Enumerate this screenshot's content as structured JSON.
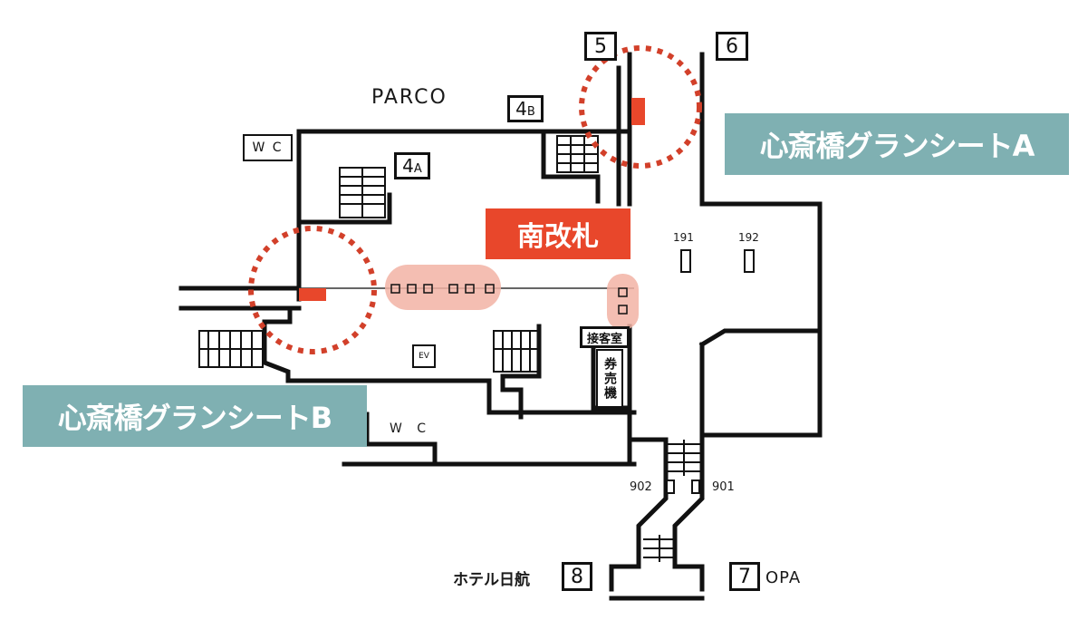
{
  "labels": {
    "parco": "PARCO",
    "wc_top": "W C",
    "wc_bottom": "W C",
    "exit_5": "5",
    "exit_6": "6",
    "exit_4a_num": "4",
    "exit_4a_suffix": "A",
    "exit_4b_num": "4",
    "exit_4b_suffix": "B",
    "exit_8": "8",
    "exit_7": "7",
    "hotel": "ホテル日航",
    "opa": "OPA",
    "ev": "EV",
    "reception": "接客室",
    "ticket_machine": "券売機",
    "num_191": "191",
    "num_192": "192",
    "num_902": "902",
    "num_901": "901"
  },
  "callouts": {
    "seat_a": "心斎橋グランシートA",
    "seat_b": "心斎橋グランシートB",
    "south_gate": "南改札"
  },
  "colors": {
    "accent_red": "#e8472b",
    "teal": "#7fb0b2",
    "pink_highlight": "#f2b3a4",
    "line": "#111111"
  }
}
